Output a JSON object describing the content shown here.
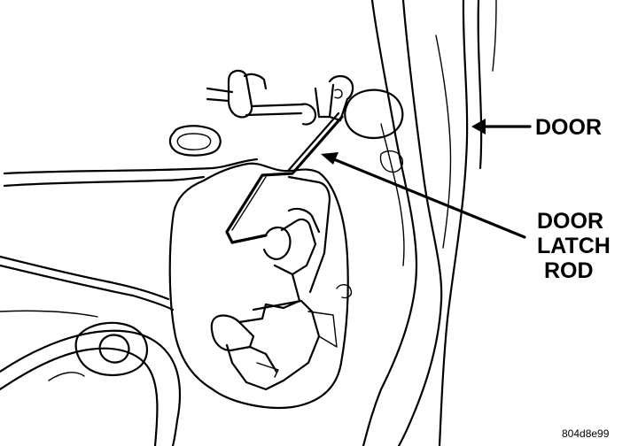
{
  "labels": {
    "door": "DOOR",
    "door_latch_rod_line1": "DOOR",
    "door_latch_rod_line2": "LATCH",
    "door_latch_rod_line3": "ROD",
    "figure_code": "804d8e99"
  },
  "colors": {
    "ink": "#000000",
    "paper": "#ffffff"
  }
}
